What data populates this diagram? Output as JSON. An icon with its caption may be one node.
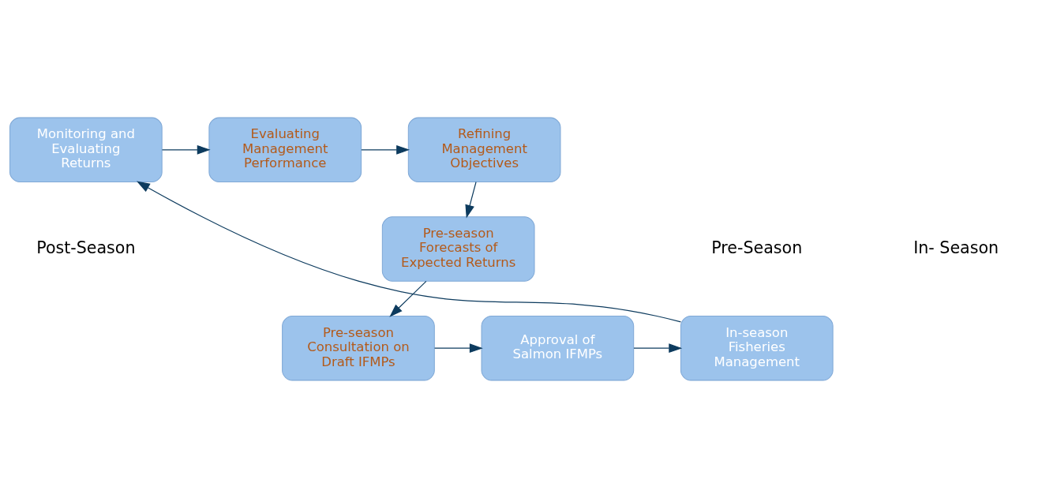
{
  "diagram": {
    "nodes": [
      {
        "text": [
          "Evaluating Management Performance"
        ]
      },
      {
        "text": [
          "Refining Management Objectives"
        ]
      },
      {
        "text": [
          "Monitoring and Evaluating Returns"
        ]
      },
      {
        "text": [
          "Pre-season Forecasts of Expected Returns"
        ]
      },
      {
        "text": [
          "Pre-season Consultation on Draft IFMPs"
        ]
      },
      {
        "text": [
          "In-season Fisheries Management"
        ]
      },
      {
        "text": [
          "Approval of Salmon IFMPs"
        ]
      }
    ],
    "edges": [
      {
        "from": 2,
        "to": 0,
        "arrow": "to"
      },
      {
        "from": 0,
        "to": 1,
        "arrow": "to"
      },
      {
        "from": 1,
        "to": 3,
        "arrow": "to"
      },
      {
        "from": 3,
        "to": 4,
        "arrow": "to"
      },
      {
        "from": 4,
        "to": 6,
        "arrow": "to"
      },
      {
        "from": 6,
        "to": 5,
        "arrow": "to"
      },
      {
        "from": 5,
        "to": 2,
        "arrow": "to"
      }
    ],
    "labels": [
      "Post-Season",
      "In- Season",
      "Pre-Season"
    ]
  }
}
